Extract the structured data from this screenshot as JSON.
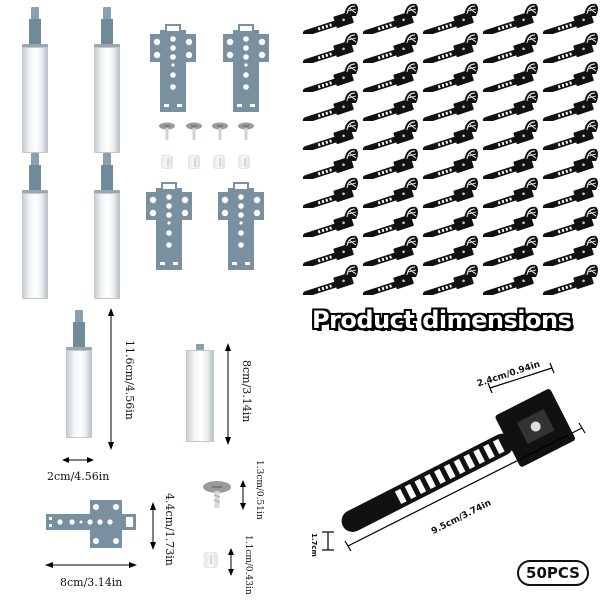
{
  "title": "Product dimensions",
  "badge": "50PCS",
  "colors": {
    "metal_blue_gray": "#6f8a98",
    "bracket_blue_gray": "#7890a0",
    "tie_black": "#111111",
    "latch_white": "#f4f6f7"
  },
  "kit_components": {
    "latches": 4,
    "brackets": 4,
    "screws": 4,
    "dowels": 4
  },
  "cable_tie_grid": {
    "rows": 10,
    "cols": 5
  },
  "dimensions": {
    "latch_length": "11.6cm/4.56in",
    "latch_width": "2cm/4.56in",
    "latch_body_length": "8cm/3.14in",
    "bracket_height": "4.4cm/1.73in",
    "bracket_width": "8cm/3.14in",
    "screw_height": "1.3cm/0.51in",
    "dowel_height": "1.1cm/0.43in",
    "tie_head_width": "2.4cm/0.94in",
    "tie_length": "9.5cm/3.74in",
    "tie_strap_width": "1.7cm"
  },
  "icons": {
    "arrow": "double-headed-arrow",
    "tie": "adjustable-cable-tie"
  }
}
